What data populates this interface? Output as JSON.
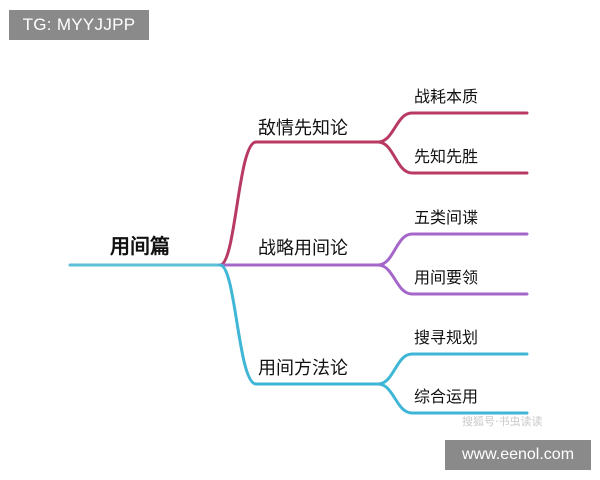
{
  "overlay": {
    "tag": "TG: MYYJJPP",
    "url": "www.eenol.com",
    "watermark": "搜狐号·书虫读读"
  },
  "colors": {
    "root_line": "#5bbfd6",
    "branch_1": "#b83a62",
    "branch_2": "#a466c9",
    "branch_3": "#3fb6d6",
    "text": "#111111"
  },
  "mindmap": {
    "root": "用间篇",
    "branches": [
      {
        "label": "敌情先知论",
        "children": [
          "战耗本质",
          "先知先胜"
        ]
      },
      {
        "label": "战略用间论",
        "children": [
          "五类间谍",
          "用间要领"
        ]
      },
      {
        "label": "用间方法论",
        "children": [
          "搜寻规划",
          "综合运用"
        ]
      }
    ]
  }
}
